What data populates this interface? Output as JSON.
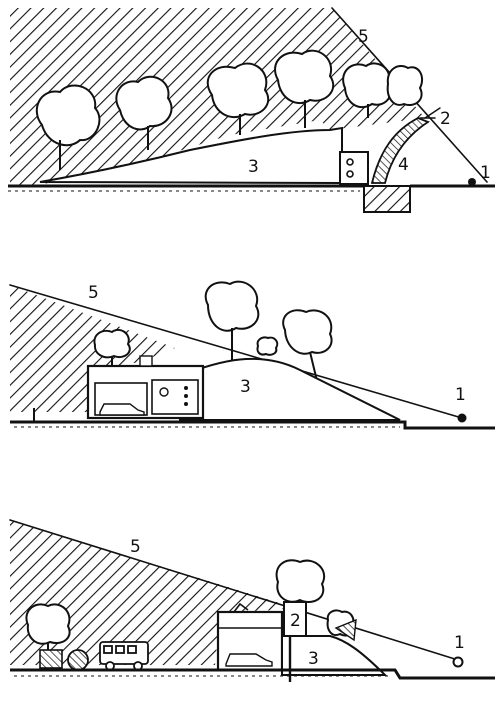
{
  "panels": [
    {
      "id": "top",
      "labels": {
        "observer": "1",
        "screen": "2",
        "mound": "3",
        "structure": "4",
        "sightline": "5"
      }
    },
    {
      "id": "middle",
      "labels": {
        "observer": "1",
        "mound": "3",
        "sightline": "5"
      }
    },
    {
      "id": "bottom",
      "labels": {
        "observer": "1",
        "screen": "2",
        "mound": "3",
        "sightline": "5"
      }
    }
  ],
  "colors": {
    "ink": "#111111",
    "paper": "#ffffff"
  }
}
